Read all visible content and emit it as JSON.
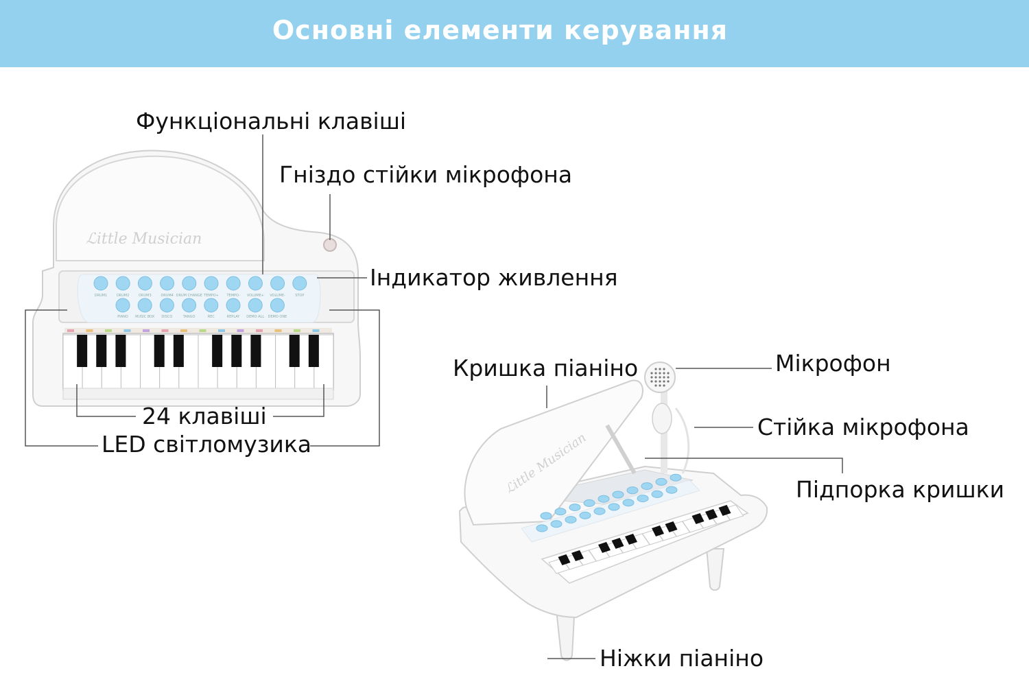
{
  "header": {
    "title": "Основні елементи керування"
  },
  "labels": {
    "function_keys": "Функціональні клавіші",
    "mic_stand_socket": "Гніздо стійки мікрофона",
    "power_indicator": "Індикатор живлення",
    "keys_24": "24 клавіші",
    "led_light_music": "LED світломузика",
    "piano_lid": "Кришка піаніно",
    "microphone": "Мікрофон",
    "mic_stand": "Стійка мікрофона",
    "lid_prop": "Підпорка кришки",
    "piano_legs": "Ніжки піаніно"
  },
  "piano_top": {
    "brand": "Little Musician",
    "buttons_row1": [
      "DRUM1",
      "DRUM2",
      "DRUM3",
      "DRUM4",
      "DRUM CHANGE",
      "TEMPO+",
      "TEMPO-",
      "VOLUME+",
      "VOLUME-",
      "STOP"
    ],
    "buttons_row2": [
      "PIANO",
      "MUSIC BOX",
      "DISCO",
      "TANGO",
      "REC",
      "REPLAY",
      "DEMO ALL",
      "DEMO ONE"
    ]
  },
  "piano_side": {
    "brand": "Little Musician"
  },
  "colors": {
    "banner": "#94d1ef",
    "button_blue": "#9fd6f2",
    "piano_white": "#f8f8f8",
    "outline": "#c9c9c9",
    "leader": "#555555"
  }
}
